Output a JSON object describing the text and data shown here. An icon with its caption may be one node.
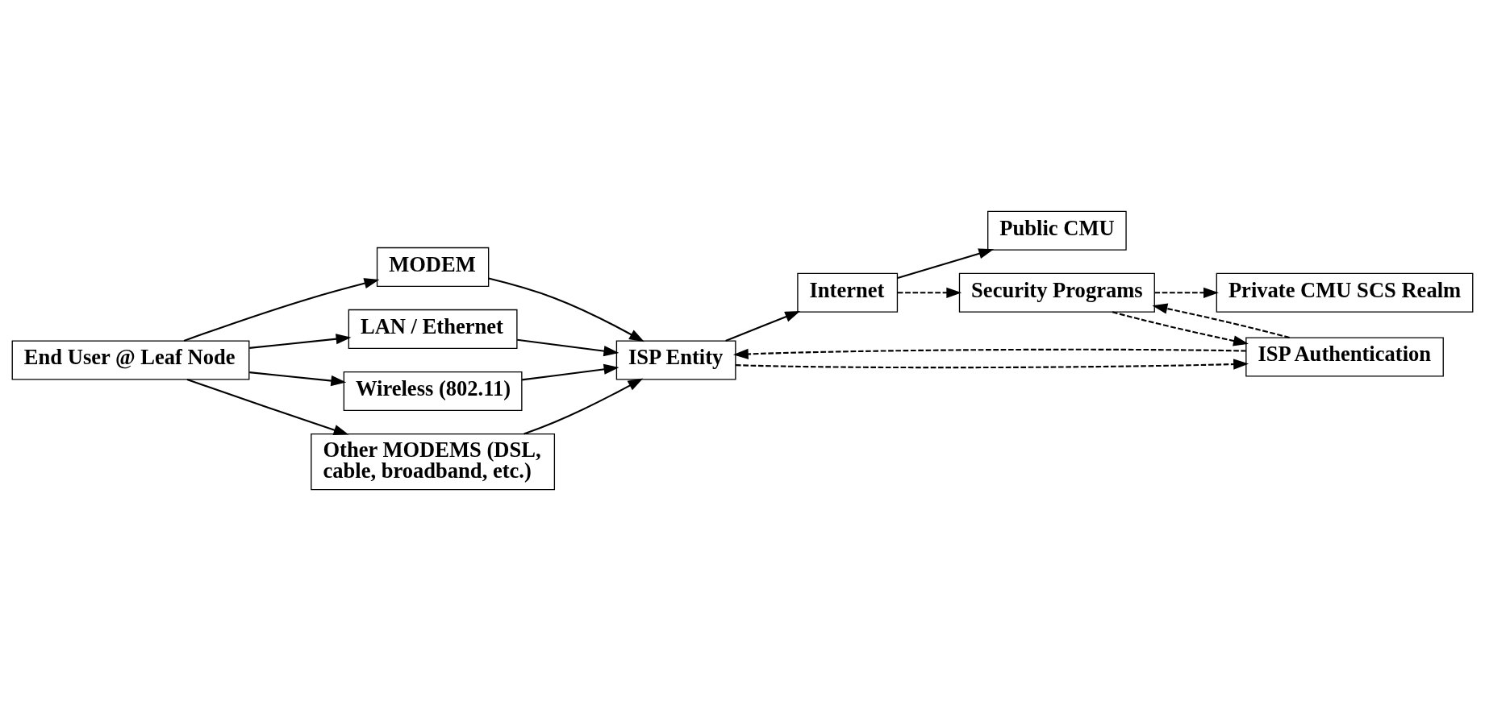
{
  "diagram": {
    "nodes": [
      {
        "text": [
          "End User @ Leaf Node"
        ]
      },
      {
        "text": [
          "MODEM"
        ]
      },
      {
        "text": [
          "LAN / Ethernet"
        ]
      },
      {
        "text": [
          "Wireless (802.11)"
        ]
      },
      {
        "text": [
          "Other MODEMS (DSL, cable, broadband, etc.)"
        ]
      },
      {
        "text": [
          "Public CMU"
        ]
      },
      {
        "text": [
          "ISP Entity"
        ]
      },
      {
        "text": [
          "Internet"
        ]
      },
      {
        "text": [
          "ISP Authentication"
        ]
      },
      {
        "text": [
          "Security Programs"
        ]
      },
      {
        "text": [
          "Private CMU SCS Realm"
        ]
      }
    ],
    "edges": [
      {
        "from": 0,
        "to": 1,
        "arrow": "to"
      },
      {
        "from": 0,
        "to": 2,
        "arrow": "to"
      },
      {
        "from": 0,
        "to": 3,
        "arrow": "to"
      },
      {
        "from": 0,
        "to": 4,
        "arrow": "to"
      },
      {
        "from": 1,
        "to": 6,
        "arrow": "to"
      },
      {
        "from": 2,
        "to": 6,
        "arrow": "to"
      },
      {
        "from": 3,
        "to": 6,
        "arrow": "to"
      },
      {
        "from": 4,
        "to": 6,
        "arrow": "to"
      },
      {
        "from": 6,
        "to": 7,
        "arrow": "to"
      },
      {
        "from": 7,
        "to": 5,
        "arrow": "to"
      },
      {
        "from": 6,
        "to": 8,
        "arrow": "to",
        "style": "dashed"
      },
      {
        "from": 8,
        "to": 6,
        "arrow": "to",
        "style": "dashed"
      },
      {
        "from": 8,
        "to": 9,
        "arrow": "to",
        "style": "dashed"
      },
      {
        "from": 9,
        "to": 8,
        "arrow": "to",
        "style": "dashed"
      },
      {
        "from": 7,
        "to": 9,
        "arrow": "to",
        "style": "dashed"
      },
      {
        "from": 9,
        "to": 10,
        "arrow": "to",
        "style": "dashed"
      }
    ]
  }
}
